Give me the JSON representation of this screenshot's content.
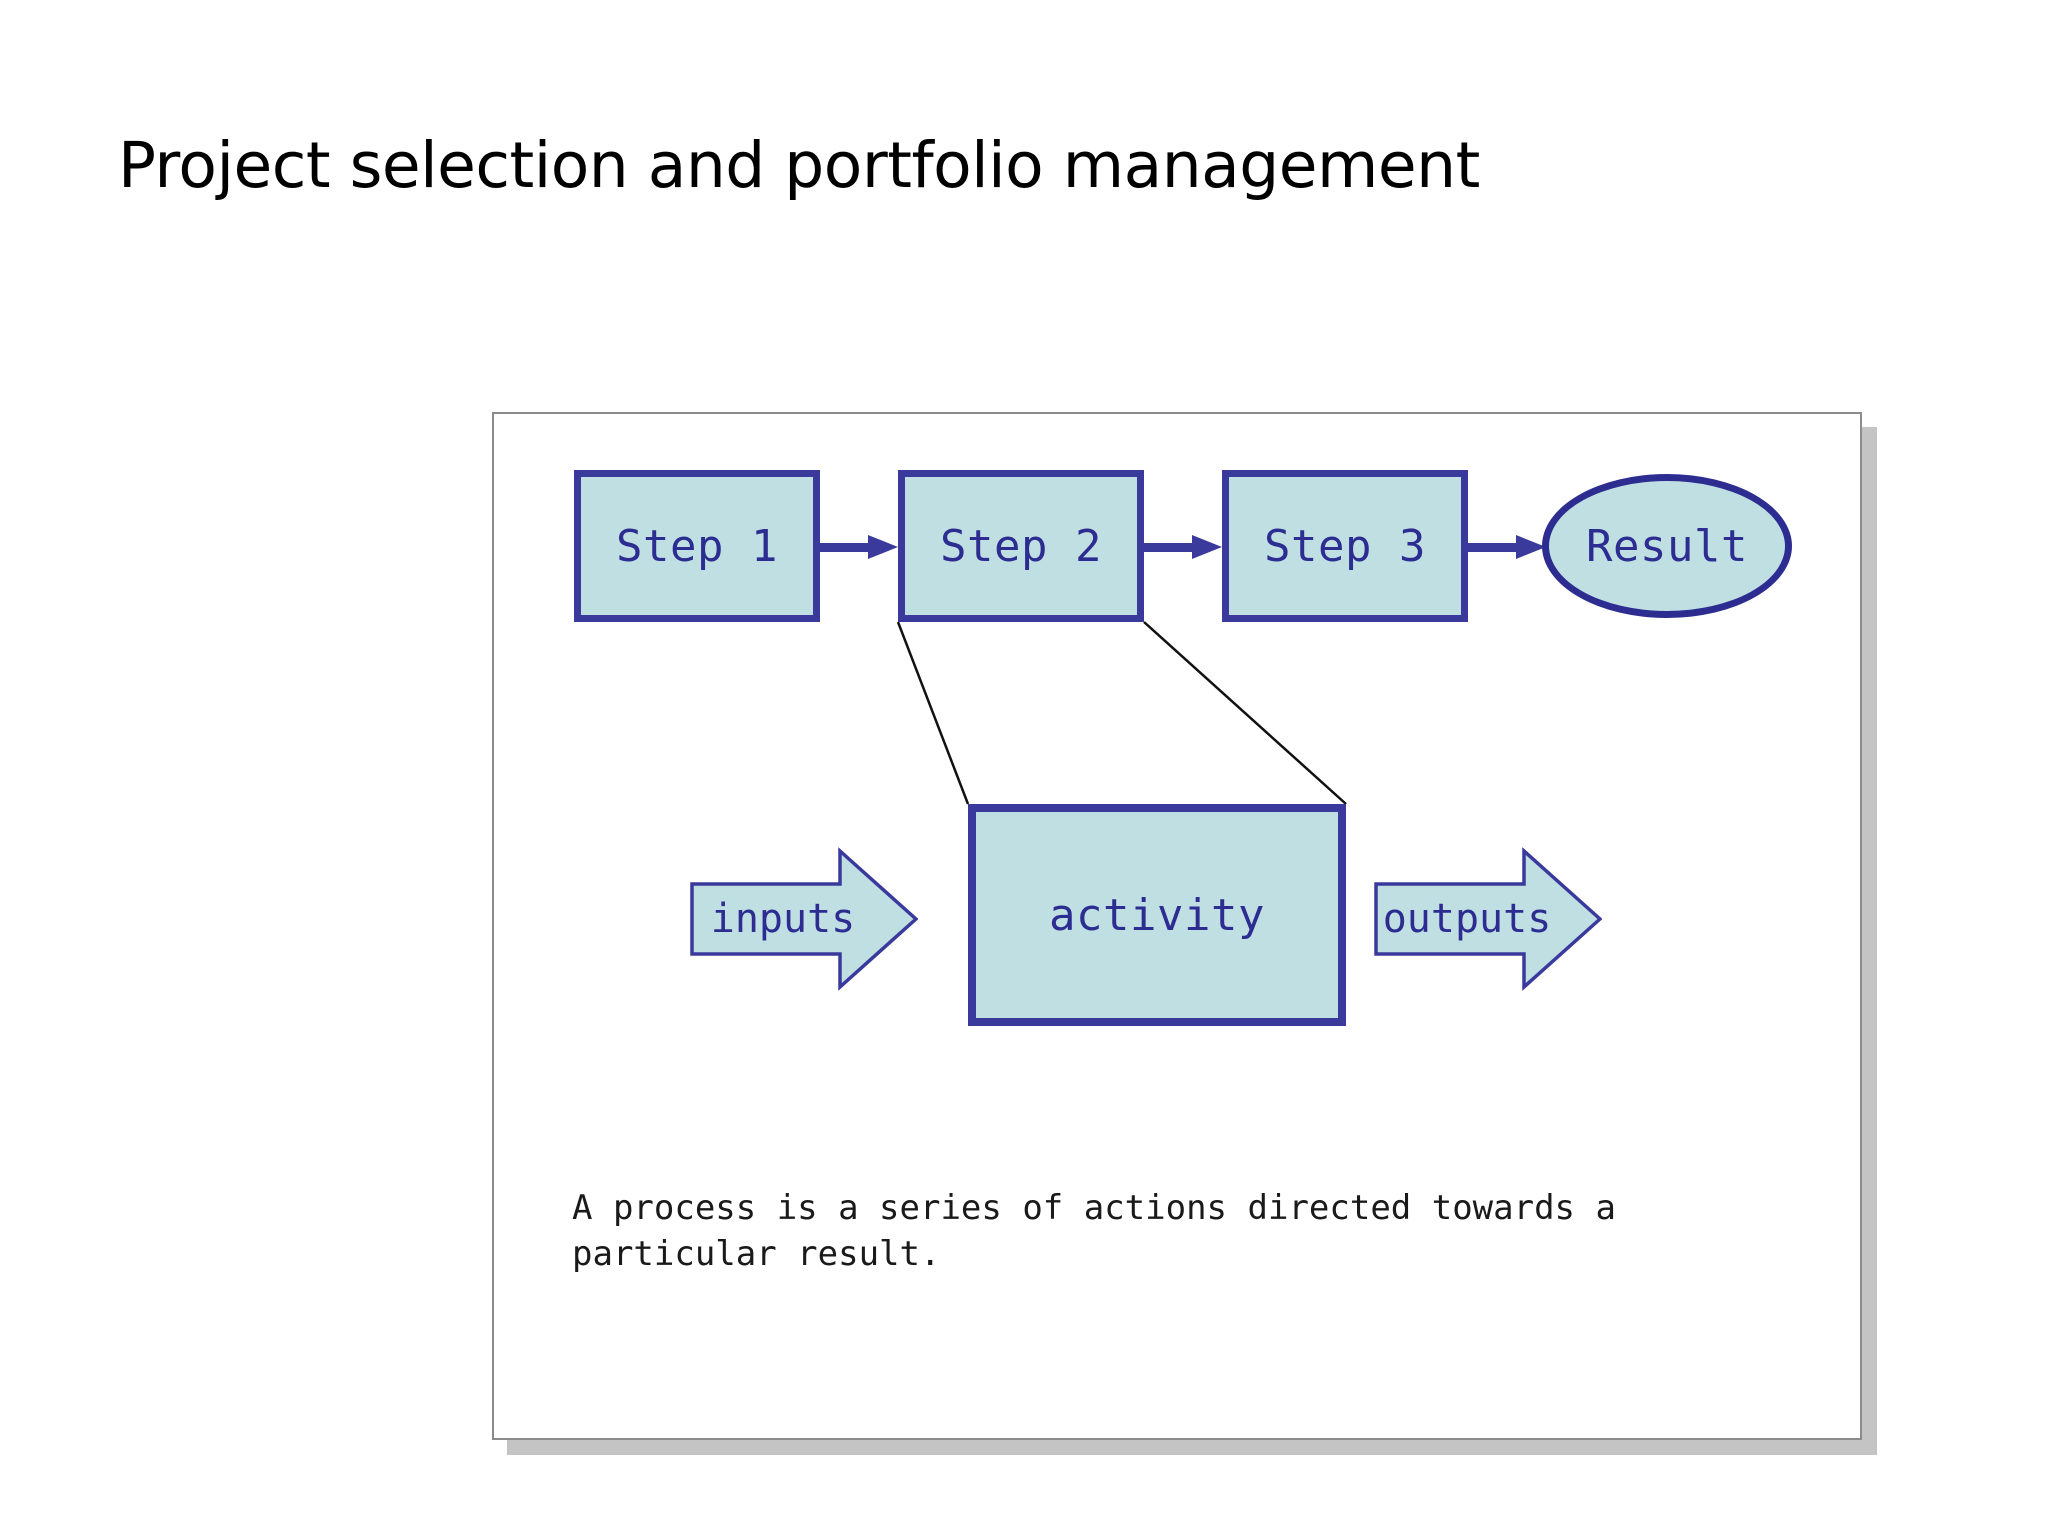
{
  "slide": {
    "title": "Project selection and portfolio management",
    "background_color": "#ffffff",
    "title_color": "#000000"
  },
  "figure": {
    "panel_border_color": "#8c8c8c",
    "panel_background": "#ffffff",
    "shadow_color": "#c4c4c4",
    "shape_fill": "#bfdfe3",
    "shape_border": "#3a3a9c",
    "text_color": "#2d2d91",
    "connector_color": "#111111",
    "process_steps": [
      {
        "label": "Step 1",
        "shape": "rectangle"
      },
      {
        "label": "Step 2",
        "shape": "rectangle"
      },
      {
        "label": "Step 3",
        "shape": "rectangle"
      }
    ],
    "terminator": {
      "label": "Result",
      "shape": "ellipse"
    },
    "flow_arrows": [
      {
        "name": "step1-to-step2",
        "glyph": "arrow-right-icon"
      },
      {
        "name": "step2-to-step3",
        "glyph": "arrow-right-icon"
      },
      {
        "name": "step3-to-result",
        "glyph": "arrow-right-icon"
      }
    ],
    "detail": {
      "input_arrow_label": "inputs",
      "activity_label": "activity",
      "output_arrow_label": "outputs"
    },
    "connectors": [
      {
        "from": "step-2-bottom-left",
        "to": "activity-top-left"
      },
      {
        "from": "step-2-bottom-right",
        "to": "activity-top-right"
      }
    ],
    "caption": {
      "line1": "A process is a series of actions directed towards a",
      "line2": "particular result."
    }
  }
}
